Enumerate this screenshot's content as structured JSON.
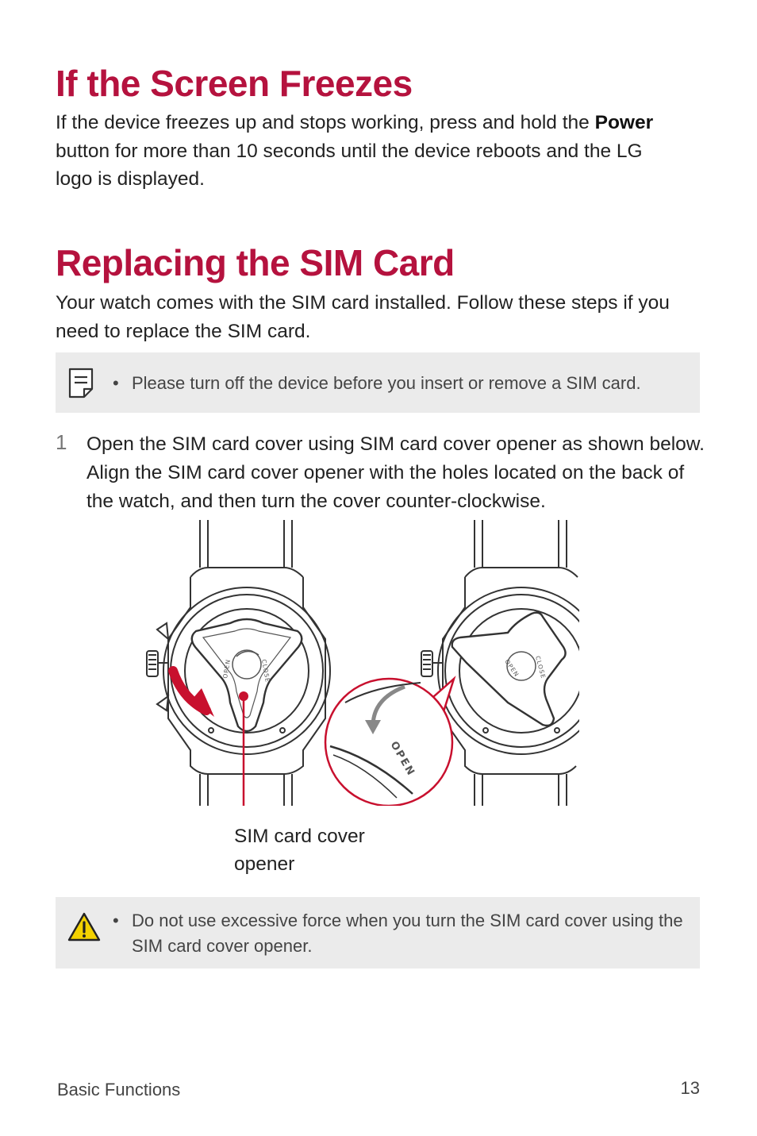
{
  "section1": {
    "title": "If the Screen Freezes",
    "body_before": "If the device freezes up and stops working, press and hold the ",
    "body_bold": "Power",
    "body_after": " button for more than 10 seconds until the device reboots and the LG logo is displayed."
  },
  "section2": {
    "title": "Replacing the SIM Card",
    "body": "Your watch comes with the SIM card installed. Follow these steps if you need to replace the SIM card."
  },
  "note": {
    "icon": "note-icon",
    "bullet": "•",
    "text": "Please turn off the device before you insert or remove a SIM card."
  },
  "step1": {
    "number": "1",
    "text": "Open the SIM card cover using SIM card cover opener as shown below. Align the SIM card cover opener with the holes located on the back of the watch, and then turn the cover counter-clockwise."
  },
  "illustration": {
    "open_label": "OPEN",
    "close_label": "CLOSE",
    "callout": "SIM card cover opener",
    "accent_color": "#c8102e"
  },
  "caution": {
    "icon": "warning-icon",
    "bullet": "•",
    "text": "Do not use excessive force when you turn the SIM card cover using the SIM card cover opener."
  },
  "footer": {
    "section": "Basic Functions",
    "page": "13"
  }
}
